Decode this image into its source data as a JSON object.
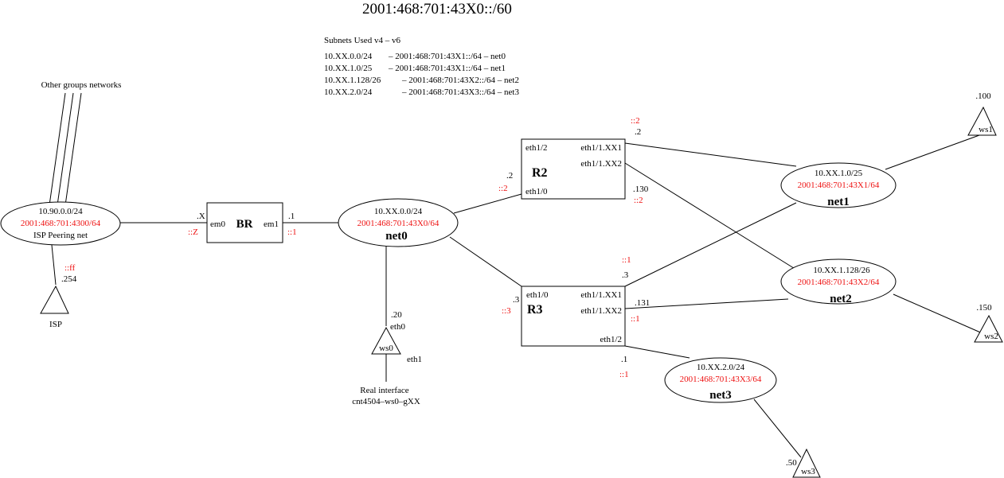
{
  "title": "2001:468:701:43X0::/60",
  "legend": {
    "heading": "Subnets Used v4 – v6",
    "rows": [
      {
        "v4": "10.XX.0.0/24",
        "v6": "– 2001:468:701:43X1::/64 – net0"
      },
      {
        "v4": "10.XX.1.0/25",
        "v6": "– 2001:468:701:43X1::/64 – net1"
      },
      {
        "v4": "10.XX.1.128/26",
        "v6": "– 2001:468:701:43X2::/64 – net2"
      },
      {
        "v4": "10.XX.2.0/24",
        "v6": "– 2001:468:701:43X3::/64 – net3"
      }
    ]
  },
  "other_groups_label": "Other groups networks",
  "isp_net": {
    "v4": "10.90.0.0/24",
    "v6": "2001:468:701:4300/64",
    "name": "ISP Peering net"
  },
  "isp": {
    "label": "ISP",
    "v6": "::ff",
    "v4": ".254"
  },
  "br": {
    "name": "BR",
    "if_left": "em0",
    "if_right": "em1",
    "left_v4": ".X",
    "left_v6": "::Z",
    "right_v4": ".1",
    "right_v6": "::1"
  },
  "net0": {
    "v4": "10.XX.0.0/24",
    "v6": "2001:468:701:43X0/64",
    "name": "net0"
  },
  "ws0": {
    "label": "ws0",
    "v4": ".20",
    "if0": "eth0",
    "if1": "eth1",
    "real_if_line1": "Real interface",
    "real_if_line2": "cnt4504–ws0–gXX"
  },
  "r2": {
    "name": "R2",
    "if_tl": "eth1/2",
    "if_tr1": "eth1/1.XX1",
    "if_tr2": "eth1/1.XX2",
    "if_bl": "eth1/0",
    "left_v4": ".2",
    "left_v6": "::2",
    "xx1_v6": "::2",
    "xx1_v4": ".2",
    "xx2_v4": ".130",
    "xx2_v6": "::2"
  },
  "r3": {
    "name": "R3",
    "if_tl": "eth1/0",
    "if_tr1": "eth1/1.XX1",
    "if_tr2": "eth1/1.XX2",
    "if_br": "eth1/2",
    "left_v4": ".3",
    "left_v6": "::3",
    "xx1_v6": "::1",
    "xx1_v4": ".3",
    "xx2_v4": ".131",
    "xx2_v6": "::1",
    "e12_v4": ".1",
    "e12_v6": "::1"
  },
  "net1": {
    "v4": "10.XX.1.0/25",
    "v6": "2001:468:701:43X1/64",
    "name": "net1"
  },
  "net2": {
    "v4": "10.XX.1.128/26",
    "v6": "2001:468:701:43X2/64",
    "name": "net2"
  },
  "net3": {
    "v4": "10.XX.2.0/24",
    "v6": "2001:468:701:43X3/64",
    "name": "net3"
  },
  "ws1": {
    "label": "ws1",
    "v4": ".100"
  },
  "ws2": {
    "label": "ws2",
    "v4": ".150"
  },
  "ws3": {
    "label": "ws3",
    "v4": ".50"
  },
  "colors": {
    "ipv6_text": "#ee1111",
    "line": "#000000",
    "background": "#ffffff"
  }
}
